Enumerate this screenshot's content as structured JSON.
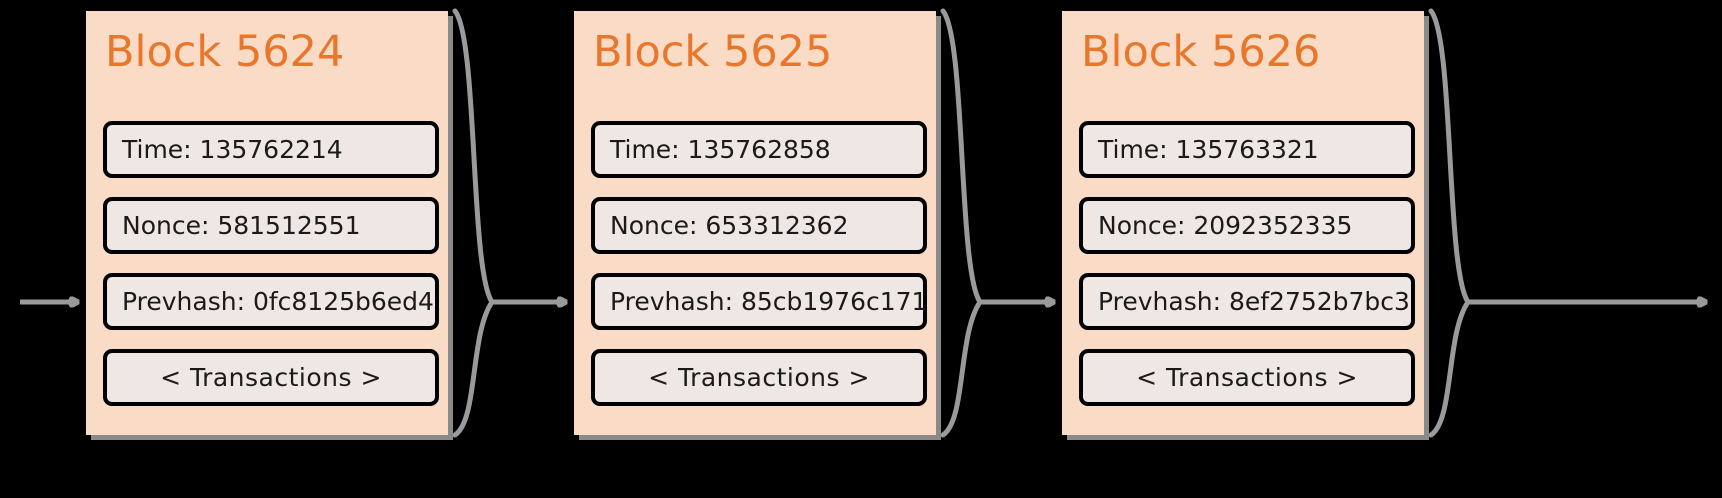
{
  "diagram": {
    "type": "blockchain-chain",
    "background_color": "#000000",
    "block_fill": "#F9DBC6",
    "field_fill": "#EFE7E4",
    "title_color": "#E8762B",
    "connector_color": "#9a9a9a",
    "shadow_color": "#8a8a8a",
    "border_color": "#000000",
    "transactions_label": "< Transactions >",
    "blocks": [
      {
        "title": "Block 5624",
        "time": "Time: 135762214",
        "nonce": "Nonce: 581512551",
        "prevhash": "Prevhash: 0fc8125b6ed4",
        "transactions": "< Transactions >"
      },
      {
        "title": "Block 5625",
        "time": "Time: 135762858",
        "nonce": "Nonce: 653312362",
        "prevhash": "Prevhash: 85cb1976c171",
        "transactions": "< Transactions >"
      },
      {
        "title": "Block 5626",
        "time": "Time: 135763321",
        "nonce": "Nonce: 2092352335",
        "prevhash": "Prevhash: 8ef2752b7bc3",
        "transactions": "< Transactions >"
      }
    ],
    "connectors": [
      {
        "name": "inbound-arrow",
        "from": "chain-start",
        "to": "block-5624"
      },
      {
        "name": "link-5624-5625",
        "from": "block-5624",
        "to": "block-5625"
      },
      {
        "name": "link-5625-5626",
        "from": "block-5625",
        "to": "block-5626"
      },
      {
        "name": "outbound-arrow",
        "from": "block-5626",
        "to": "chain-continues"
      }
    ]
  }
}
